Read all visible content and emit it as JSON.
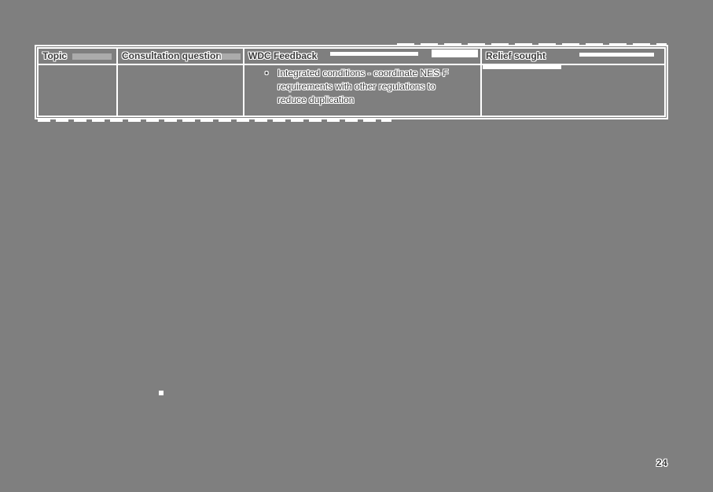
{
  "colors": {
    "background": "#7f7f7f",
    "table_border": "#ffffff",
    "text": "#3a3a3a",
    "halo": "#ffffff",
    "artifact": "#ffffff"
  },
  "page": {
    "number_label": "24"
  },
  "table": {
    "headers": [
      {
        "label": "Topic"
      },
      {
        "label": "Consultation question"
      },
      {
        "label": "WDC Feedback"
      },
      {
        "label": "Relief sought"
      }
    ],
    "row": {
      "topic": "",
      "consultation_question": "",
      "wdc_feedback": {
        "bullet_marker": "•",
        "text": "Integrated conditions - coordinate NES-F requirements with other regulations to reduce duplication",
        "lines": [
          "Integrated conditions - coordinate NES-F",
          "requirements with other regulations to",
          "reduce duplication"
        ]
      },
      "relief_sought": ""
    }
  }
}
